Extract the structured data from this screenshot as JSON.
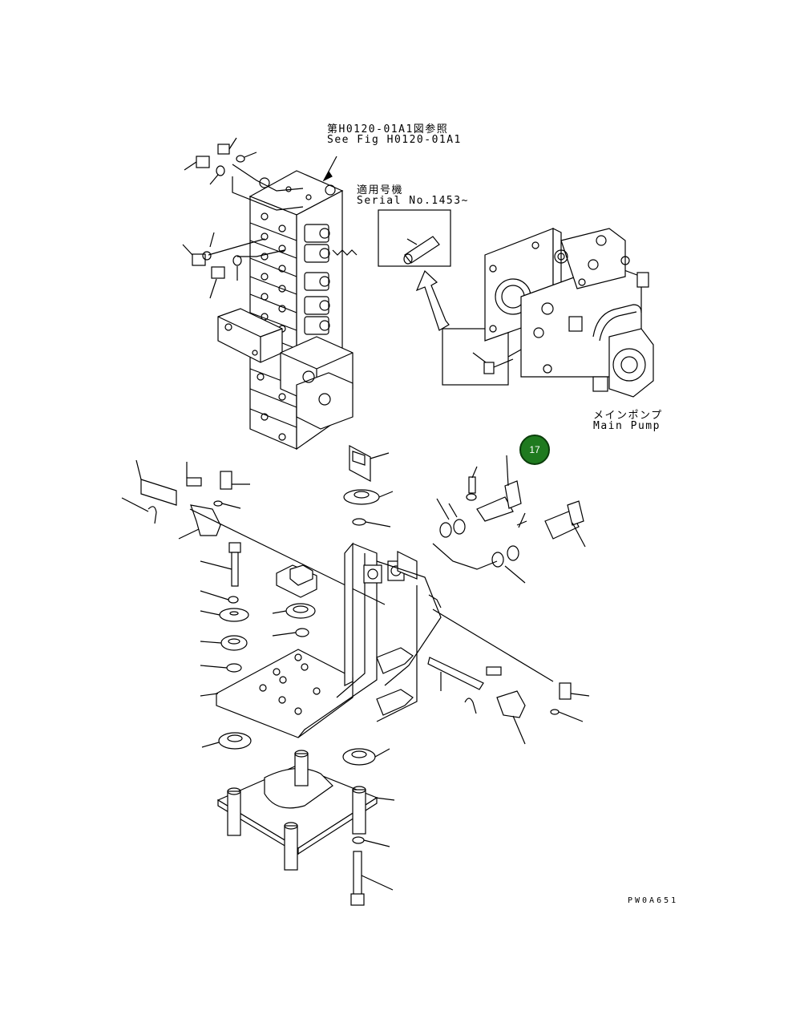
{
  "notes": {
    "ref_jp": "第H0120-01A1図参照",
    "ref_en": "See Fig H0120-01A1",
    "serial_jp": "適用号機",
    "serial_en": "Serial No.1453~",
    "pump_jp": "メインポンプ",
    "pump_en": "Main Pump",
    "drawing_code": "PW0A651"
  },
  "callout": {
    "number": "17",
    "color": "#1f7a1f"
  }
}
